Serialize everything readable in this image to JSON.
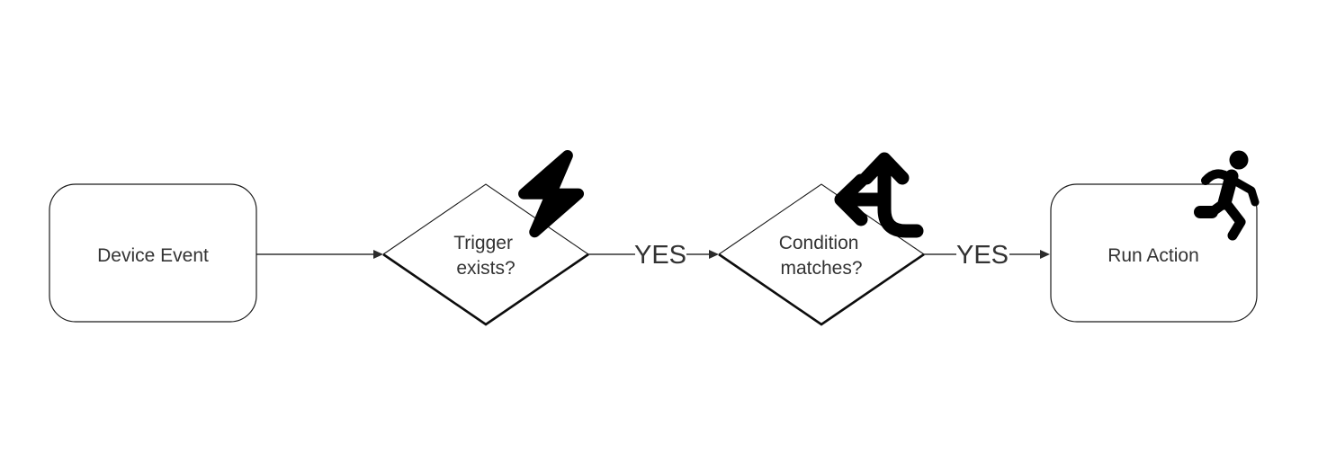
{
  "diagram": {
    "type": "flowchart",
    "background_color": "#ffffff",
    "shape_stroke_color": "#1a1a1a",
    "edge_color": "#333333",
    "text_color": "#333333",
    "icon_color": "#000000",
    "nodes": [
      {
        "id": "device-event",
        "shape": "rounded-rectangle",
        "label": "Device Event",
        "icon": null
      },
      {
        "id": "trigger-exists",
        "shape": "diamond",
        "label": "Trigger exists?",
        "label_line1": "Trigger",
        "label_line2": "exists?",
        "icon": "bolt-icon"
      },
      {
        "id": "condition-matches",
        "shape": "diamond",
        "label": "Condition matches?",
        "label_line1": "Condition",
        "label_line2": "matches?",
        "icon": "arrows-split-up-and-left-icon"
      },
      {
        "id": "run-action",
        "shape": "rounded-rectangle",
        "label": "Run Action",
        "icon": "person-running-icon"
      }
    ],
    "edges": [
      {
        "from": "device-event",
        "to": "trigger-exists",
        "label": ""
      },
      {
        "from": "trigger-exists",
        "to": "condition-matches",
        "label": "YES"
      },
      {
        "from": "condition-matches",
        "to": "run-action",
        "label": "YES"
      }
    ]
  }
}
